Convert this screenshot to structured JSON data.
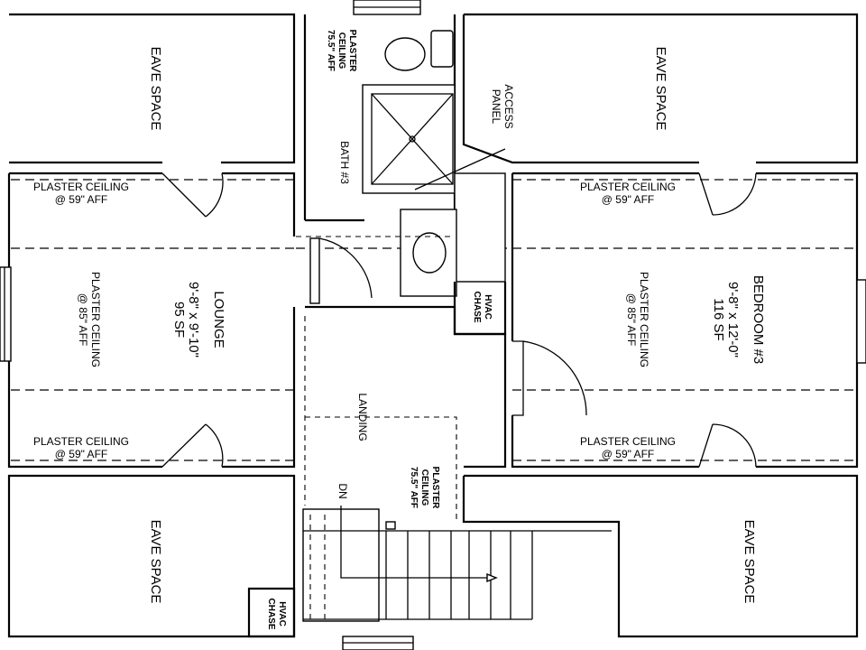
{
  "rooms": {
    "eave_tl": "EAVE SPACE",
    "eave_tr": "EAVE SPACE",
    "eave_bl": "EAVE SPACE",
    "eave_br": "EAVE SPACE",
    "lounge": {
      "name": "LOUNGE",
      "dims": "9'-8\" x 9'-10\"",
      "area": "95 SF"
    },
    "bedroom": {
      "name": "BEDROOM #3",
      "dims": "9'-8\" x 12'-0\"",
      "area": "116 SF"
    },
    "bath": "BATH #3",
    "landing": "LANDING"
  },
  "notes": {
    "lounge_top": {
      "line1": "PLASTER CEILING",
      "line2": "@ 59\" AFF"
    },
    "lounge_bottom": {
      "line1": "PLASTER CEILING",
      "line2": "@ 59\" AFF"
    },
    "lounge_mid": {
      "line1": "PLASTER CEILING",
      "line2": "@ 85\" AFF"
    },
    "bed_top": {
      "line1": "PLASTER CEILING",
      "line2": "@ 59\" AFF"
    },
    "bed_bottom": {
      "line1": "PLASTER CEILING",
      "line2": "@ 59\" AFF"
    },
    "bed_mid": {
      "line1": "PLASTER CEILING",
      "line2": "@ 85\" AFF"
    },
    "bath_ceiling": {
      "line1": "PLASTER",
      "line2": "CEILING",
      "line3": "75.5\" AFF"
    },
    "landing_ceiling": {
      "line1": "PLASTER",
      "line2": "CEILING",
      "line3": "75.5\" AFF"
    },
    "access_panel": {
      "line1": "ACCESS",
      "line2": "PANEL"
    },
    "hvac_mid": {
      "line1": "HVAC",
      "line2": "CHASE"
    },
    "hvac_bottom": {
      "line1": "HVAC",
      "line2": "CHASE"
    },
    "stair_dn": "DN"
  }
}
